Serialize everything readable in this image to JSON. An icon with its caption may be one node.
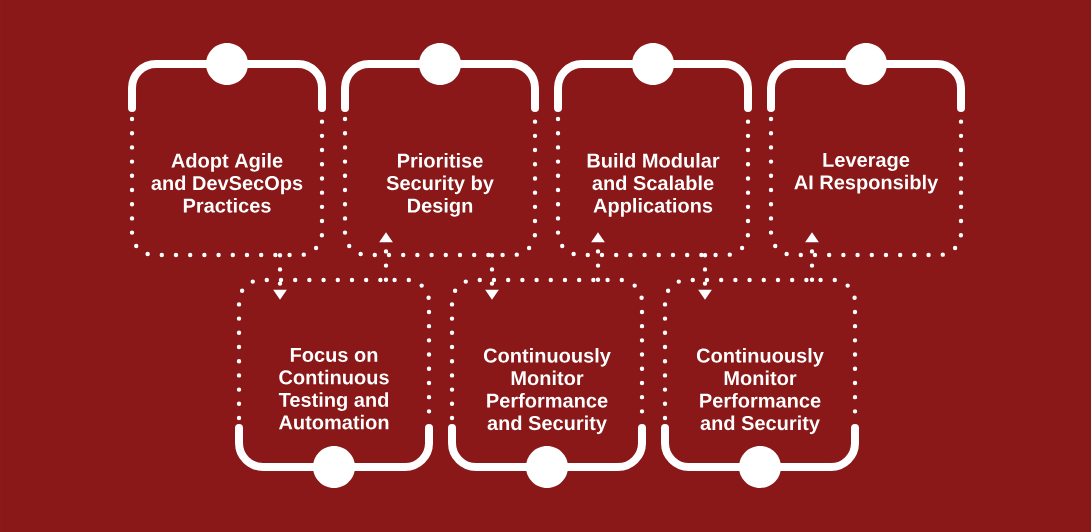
{
  "diagram": {
    "nodes": [
      {
        "text": [
          "Adopt Agile and DevSecOps Practices"
        ]
      },
      {
        "text": [
          "Focus on Continuous Testing and Automation"
        ]
      },
      {
        "text": [
          "Prioritise Security by Design"
        ]
      },
      {
        "text": [
          "Continuously Monitor Performance and Security"
        ]
      },
      {
        "text": [
          "Build Modular and Scalable Applications"
        ]
      },
      {
        "text": [
          "Continuously Monitor Performance and Security"
        ]
      },
      {
        "text": [
          "Leverage AI Responsibly"
        ]
      }
    ],
    "edges": [
      {
        "from": 0,
        "to": 1,
        "arrow": "to",
        "style": "dashed"
      },
      {
        "from": 1,
        "to": 2,
        "arrow": "to",
        "style": "dashed"
      },
      {
        "from": 2,
        "to": 3,
        "arrow": "to",
        "style": "dashed"
      },
      {
        "from": 3,
        "to": 4,
        "arrow": "to",
        "style": "dashed"
      },
      {
        "from": 4,
        "to": 5,
        "arrow": "to",
        "style": "dashed"
      },
      {
        "from": 5,
        "to": 6,
        "arrow": "to",
        "style": "dashed"
      }
    ]
  }
}
